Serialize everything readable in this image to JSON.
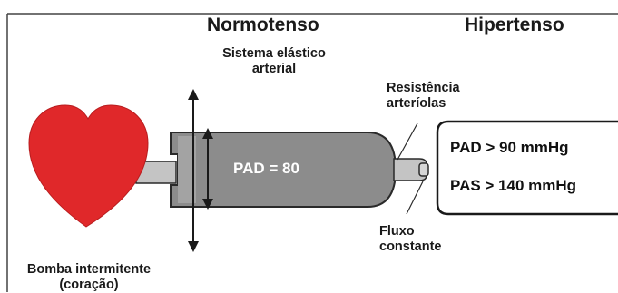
{
  "headers": {
    "normotenso": "Normotenso",
    "hipertenso": "Hipertenso"
  },
  "labels": {
    "sistema_line1": "Sistema elástico",
    "sistema_line2": "arterial",
    "resistencia_line1": "Resistência",
    "resistencia_line2": "arteríolas",
    "fluxo_line1": "Fluxo",
    "fluxo_line2": "constante",
    "bomba_line1": "Bomba intermitente",
    "bomba_line2": "(coração)"
  },
  "cylinder": {
    "label": "PAD = 80"
  },
  "hypertension_box": {
    "pad": "PAD > 90 mmHg",
    "pas": "PAS > 140 mmHg"
  },
  "colors": {
    "heart": "#e0282a",
    "cylinder": "#8c8c8c",
    "tube": "#c4c4c4",
    "outline": "#2a2a2a",
    "text": "#1a1a1a",
    "frame": "#444444"
  }
}
